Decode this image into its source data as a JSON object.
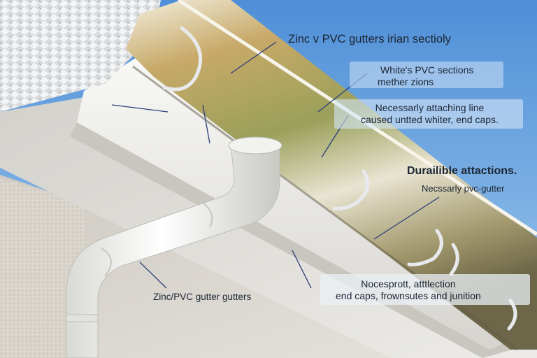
{
  "annotations": {
    "title": "Zinc v PVC gutters irian sectioly",
    "white_pvc": [
      "White's PVC sections",
      "mether zions"
    ],
    "attaching": [
      "Necessarly attaching line",
      "caused untted whiter, end caps."
    ],
    "durable_heading": "Durailible attactions.",
    "pvc_gutter": "Necssarly pvc-gutter",
    "downpipe": "Zinc/PVC gutter gutters",
    "end_caps": [
      "Nocesprott, atttlection",
      "end caps, frownsutes and junition"
    ]
  },
  "colors": {
    "sky": "#5f9bdb",
    "soffit": "#e9e7e2",
    "pipe": "#f5f5f3",
    "zinc": "#c9b27a",
    "label_text": "#1b2533",
    "leader_line": "#2b3e77"
  }
}
